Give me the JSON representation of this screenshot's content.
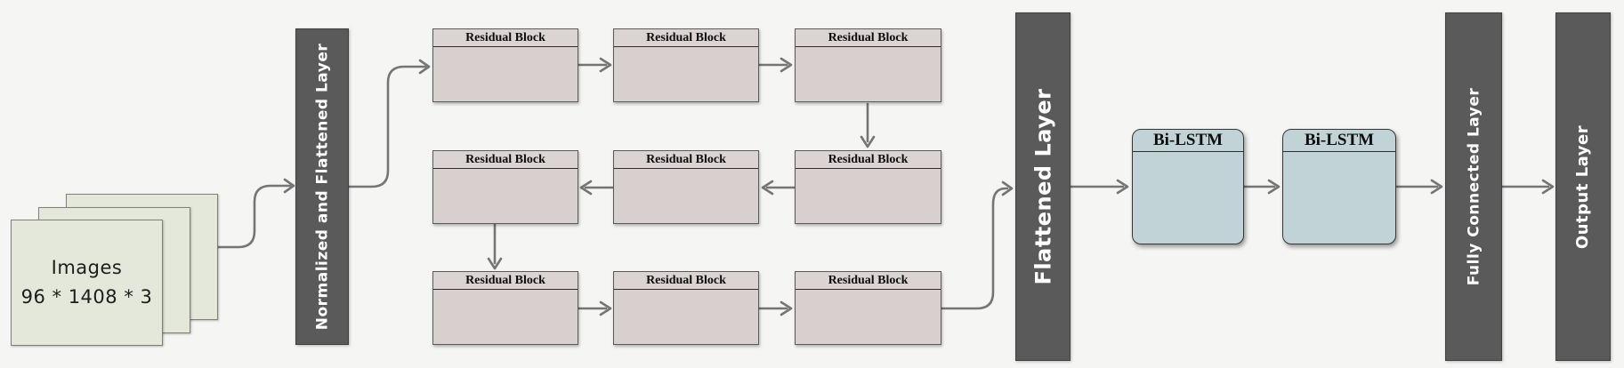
{
  "input_stack": {
    "line1": "Images",
    "line2": "96 * 1408 * 3"
  },
  "bars": {
    "normalized": {
      "label": "Normalized and Flattened Layer"
    },
    "flattened": {
      "label": "Flattened Layer"
    },
    "fully_connected": {
      "label": "Fully Connected Layer"
    },
    "output": {
      "label": "Output Layer"
    }
  },
  "residual_blocks": {
    "label": "Residual Block",
    "count": 9,
    "grid": "3 rows x 3 columns"
  },
  "bilstm_blocks": {
    "label": "Bi-LSTM",
    "count": 2
  },
  "colors": {
    "background": "#f5f5f3",
    "bar_fill": "#5a5a5a",
    "bar_text": "#ffffff",
    "residual_fill": "#d7d0cf",
    "bilstm_fill": "#c2d3d8",
    "images_fill": "#e3e8db",
    "arrow": "#757575"
  }
}
